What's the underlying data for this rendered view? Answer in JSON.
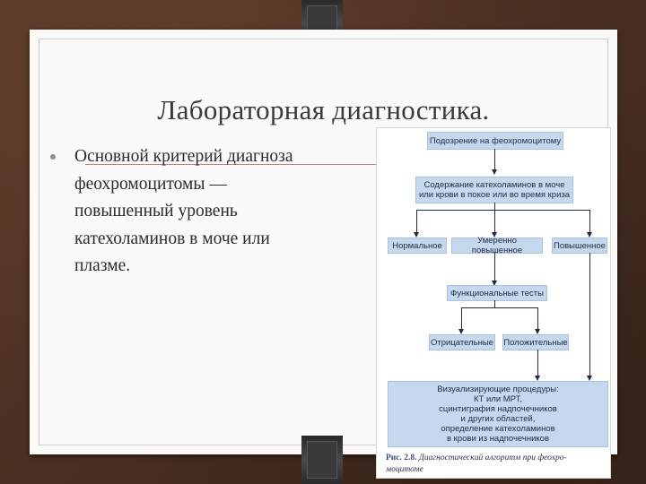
{
  "slide": {
    "title": "Лабораторная диагностика.",
    "bullet": "Основной критерий диагноза\nфеохромоцитомы —\nповышенный уровень\nкатехоламинов в моче или\nплазме."
  },
  "diagram": {
    "suspicion": "Подозрение на феохромоцитому",
    "content": "Содержание катехоламинов в моче\nили крови в покое или во время криза",
    "normal": "Нормальное",
    "moderate": "Умеренно повышенное",
    "elevated": "Повышенное",
    "functional": "Функциональные тесты",
    "negative": "Отрицательные",
    "positive": "Положительные",
    "visualization": "Визуализирующие процедуры:\nКТ или МРТ,\nсцинтиграфия надпочечников\nи других областей,\nопределение катехоламинов\nв крови из надпочечников",
    "caption_label": "Рис. 2.8.",
    "caption_text": "Диагностический алгоритм при феохро-\nмоцитоме"
  },
  "colors": {
    "box_fill": "#c6d8ee",
    "text": "#1f2a44",
    "background": "#4a2f22"
  }
}
